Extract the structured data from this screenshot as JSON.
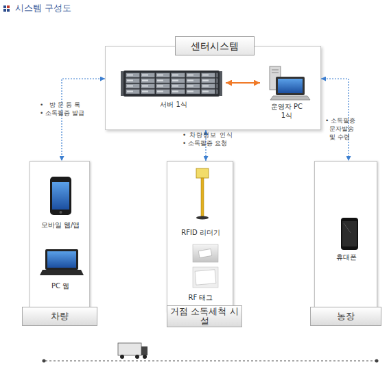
{
  "diagram": {
    "title": "시스템 구성도",
    "nodes": [
      {
        "text": [
          "센터시스템"
        ]
      },
      {
        "text": [
          "서버 1식"
        ],
        "in": 0
      },
      {
        "text": [
          "운영자 PC 1식"
        ],
        "in": 0
      },
      {
        "text": [
          "모바일 웹/앱",
          "PC 웹"
        ]
      },
      {
        "text": [
          "차량"
        ]
      },
      {
        "text": [
          "RFID 리더기",
          "RF 태그"
        ]
      },
      {
        "text": [
          "거점 소독세척 시설"
        ]
      },
      {
        "text": [
          "휴대폰"
        ]
      },
      {
        "text": [
          "농장"
        ]
      }
    ],
    "edges": [
      {
        "from": 1,
        "to": 2,
        "arrow": "both"
      },
      {
        "from": 0,
        "to": 3,
        "arrow": "both",
        "label": "• 방문등록 • 소독필증 발급"
      },
      {
        "from": 0,
        "to": 5,
        "arrow": "both",
        "label": "• 차량정보 인식 • 소독필증 요청"
      },
      {
        "from": 0,
        "to": 7,
        "arrow": "both",
        "label": "• 소독필증 문자발송 및 수령"
      }
    ]
  }
}
